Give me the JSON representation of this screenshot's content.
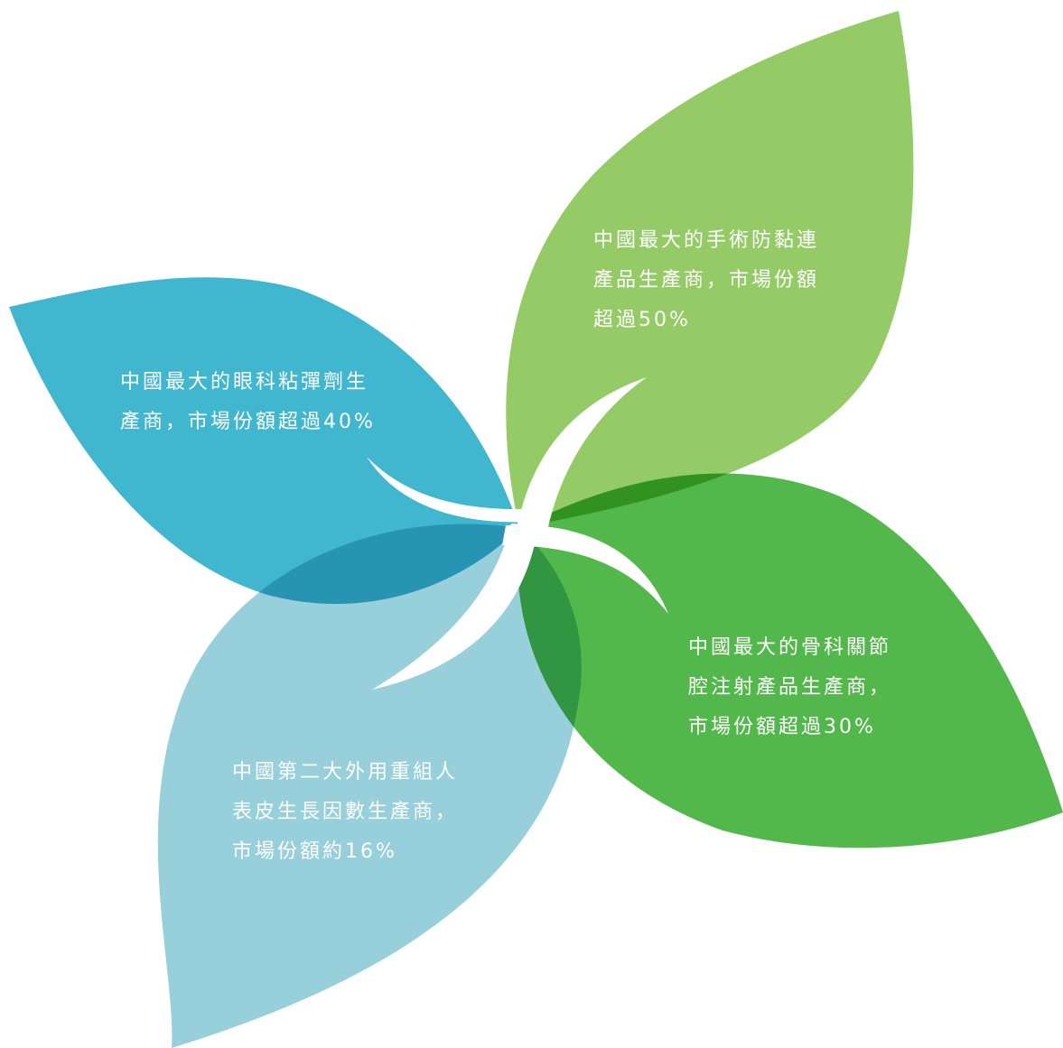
{
  "petals": [
    {
      "id": "ophthalmic",
      "color": "#40b7cf",
      "lines": [
        "中國最大的眼科粘彈劑生",
        "產商，市場份額超過40%"
      ]
    },
    {
      "id": "anti-adhesion",
      "color": "#95cb67",
      "lines": [
        "中國最大的手術防黏連",
        "產品生產商，市場份額",
        "超過50%"
      ]
    },
    {
      "id": "orthopedic",
      "color": "#53b84b",
      "lines": [
        "中國最大的骨科關節",
        "腔注射產品生產商，",
        "市場份額超過30%"
      ]
    },
    {
      "id": "egf",
      "color": "#97cfdb",
      "lines": [
        "中國第二大外用重組人",
        "表皮生長因數生產商，",
        "市場份額約16%"
      ]
    }
  ]
}
